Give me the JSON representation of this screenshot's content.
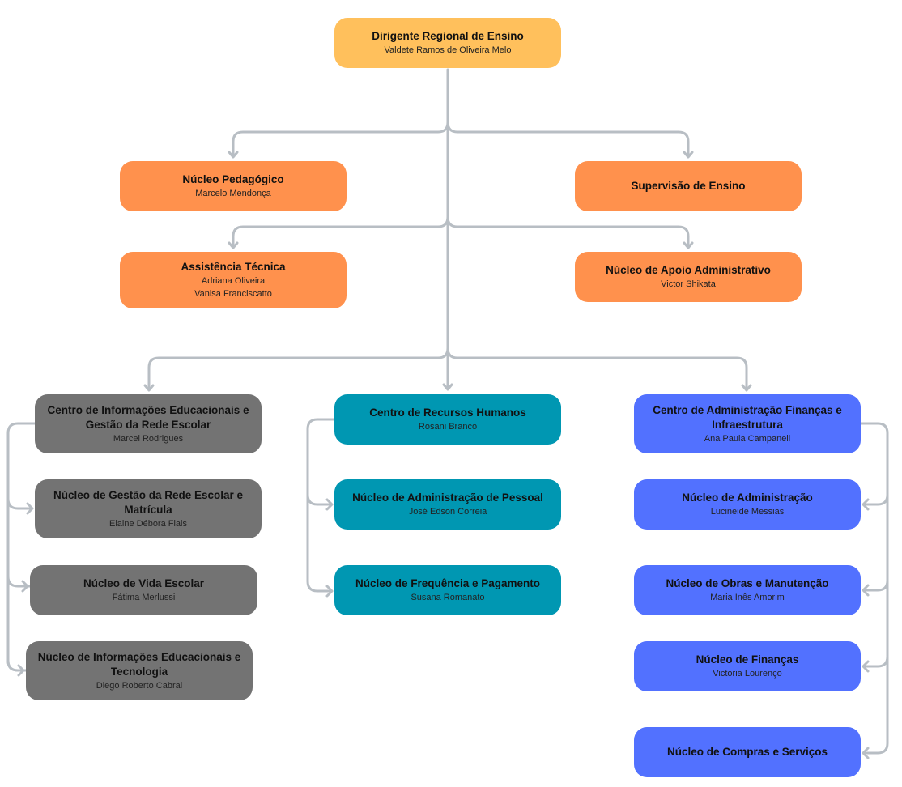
{
  "colors": {
    "connector": "#b8bec4",
    "top": "#FFC05C",
    "orange": "#FF914D",
    "gray": "#737373",
    "teal": "#0097B2",
    "blue": "#5271FF"
  },
  "dirigente": {
    "title": "Dirigente Regional de Ensino",
    "names": [
      "Valdete Ramos de Oliveira Melo"
    ]
  },
  "nucleo_pedagogico": {
    "title": "Núcleo Pedagógico",
    "names": [
      "Marcelo Mendonça"
    ]
  },
  "supervisao": {
    "title": "Supervisão de Ensino",
    "names": []
  },
  "assistencia": {
    "title": "Assistência Técnica",
    "names": [
      "Adriana Oliveira",
      "Vanisa Franciscatto"
    ]
  },
  "apoio_adm": {
    "title": "Núcleo de Apoio Administrativo",
    "names": [
      "Victor Shikata"
    ]
  },
  "cie": {
    "title": "Centro de Informações Educacionais e Gestão da Rede Escolar",
    "names": [
      "Marcel Rodrigues"
    ],
    "children": [
      {
        "title": "Núcleo de Gestão da Rede Escolar e Matrícula",
        "names": [
          "Elaine Débora Fiais"
        ]
      },
      {
        "title": "Núcleo de Vida Escolar",
        "names": [
          "Fátima Merlussi"
        ]
      },
      {
        "title": "Núcleo de Informações Educacionais e Tecnologia",
        "names": [
          "Diego Roberto Cabral"
        ]
      }
    ]
  },
  "crh": {
    "title": "Centro de Recursos Humanos",
    "names": [
      "Rosani Branco"
    ],
    "children": [
      {
        "title": "Núcleo de Administração de Pessoal",
        "names": [
          "José Edson Correia"
        ]
      },
      {
        "title": "Núcleo de Frequência e Pagamento",
        "names": [
          "Susana Romanato"
        ]
      }
    ]
  },
  "caf": {
    "title": "Centro de Administração Finanças e Infraestrutura",
    "names": [
      "Ana Paula Campaneli"
    ],
    "children": [
      {
        "title": "Núcleo de Administração",
        "names": [
          "Lucineide Messias"
        ]
      },
      {
        "title": "Núcleo de Obras e Manutenção",
        "names": [
          "Maria Inês Amorim"
        ]
      },
      {
        "title": "Núcleo de Finanças",
        "names": [
          "Victoria Lourenço"
        ]
      },
      {
        "title": "Núcleo de Compras e Serviços",
        "names": []
      }
    ]
  }
}
